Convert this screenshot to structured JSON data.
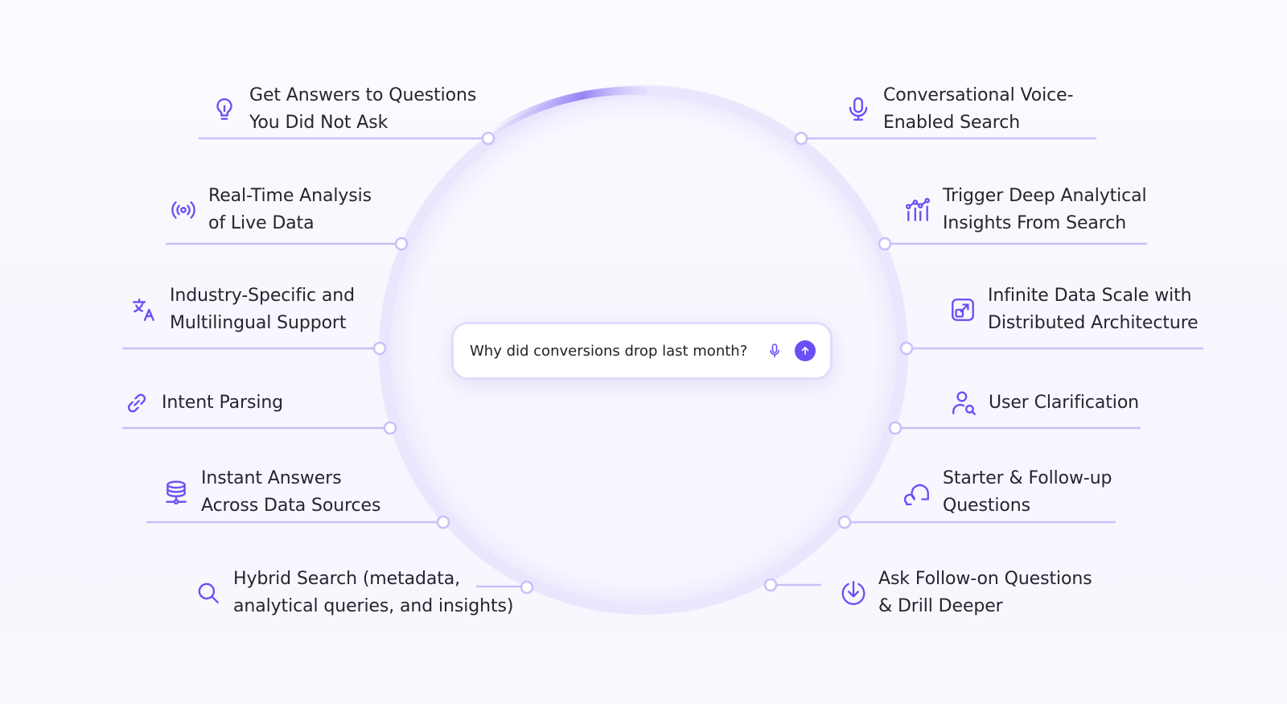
{
  "accent_color": "#6b4ef5",
  "line_color": "#c9c0f7",
  "search": {
    "query": "Why did conversions drop last month?",
    "mic_icon": "mic-icon",
    "send_icon": "arrow-up-icon"
  },
  "features_left": [
    {
      "icon": "lightbulb-icon",
      "lines": [
        "Get Answers to Questions",
        "You Did Not Ask"
      ]
    },
    {
      "icon": "broadcast-icon",
      "lines": [
        "Real-Time Analysis",
        "of Live Data"
      ]
    },
    {
      "icon": "translate-icon",
      "lines": [
        "Industry-Specific and",
        "Multilingual Support"
      ]
    },
    {
      "icon": "link-icon",
      "lines": [
        "Intent Parsing"
      ]
    },
    {
      "icon": "database-icon",
      "lines": [
        "Instant Answers",
        "Across Data Sources"
      ]
    },
    {
      "icon": "search-icon",
      "lines": [
        "Hybrid Search (metadata,",
        "analytical queries, and insights)"
      ]
    }
  ],
  "features_right": [
    {
      "icon": "microphone-icon",
      "lines": [
        "Conversational Voice-",
        "Enabled Search"
      ]
    },
    {
      "icon": "analytics-icon",
      "lines": [
        "Trigger Deep Analytical",
        "Insights From Search"
      ]
    },
    {
      "icon": "external-link-icon",
      "lines": [
        "Infinite Data Scale with",
        "Distributed Architecture"
      ]
    },
    {
      "icon": "user-search-icon",
      "lines": [
        "User Clarification"
      ]
    },
    {
      "icon": "chat-bubbles-icon",
      "lines": [
        "Starter & Follow-up",
        "Questions"
      ]
    },
    {
      "icon": "download-circle-icon",
      "lines": [
        "Ask Follow-on Questions",
        "& Drill Deeper"
      ]
    }
  ]
}
